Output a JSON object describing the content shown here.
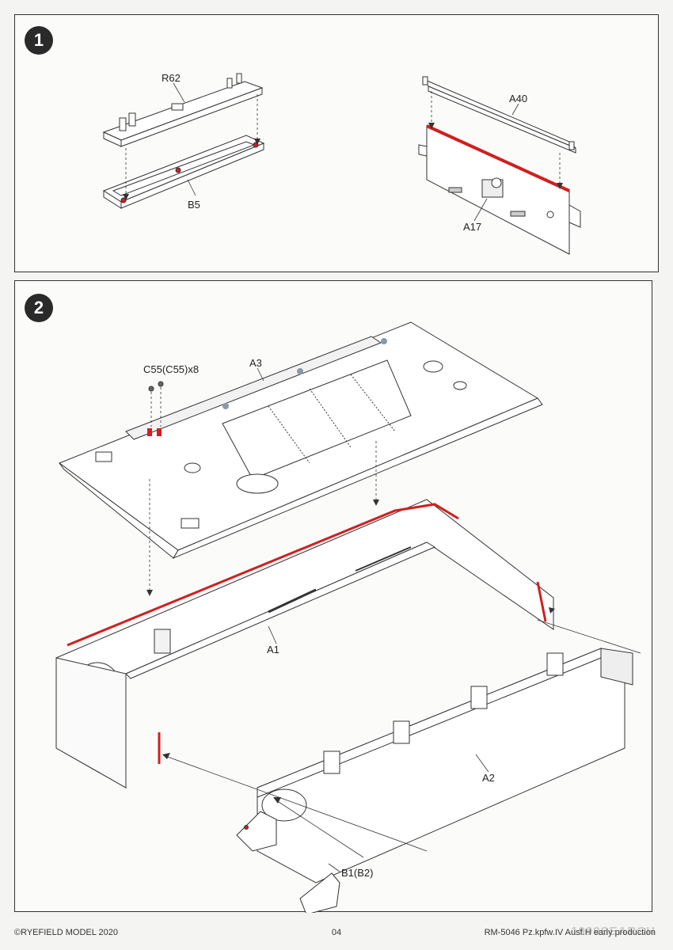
{
  "steps": [
    {
      "number": "1",
      "parts": [
        "R62",
        "B5",
        "A40",
        "A17"
      ]
    },
    {
      "number": "2",
      "parts": [
        "C55(C55)x8",
        "A3",
        "A1",
        "A2",
        "B1(B2)"
      ]
    }
  ],
  "footer": {
    "copyright": "©RYEFIELD MODEL 2020",
    "page_number": "04",
    "product": "RM-5046  Pz.kpfw.IV Ausf.H early production"
  },
  "watermark": "1999SEARCH",
  "colors": {
    "glue_red": "#d11f1f",
    "line": "#333333"
  }
}
